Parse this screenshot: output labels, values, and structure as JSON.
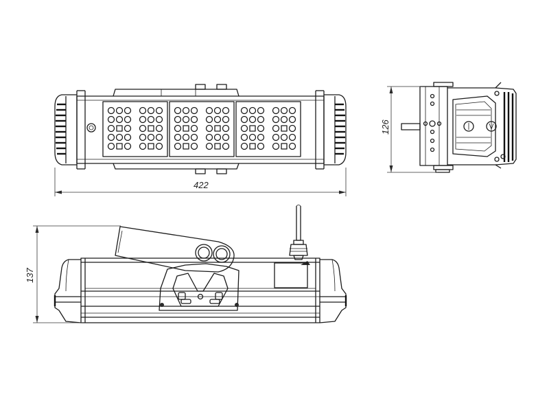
{
  "dimensions": {
    "length": "422",
    "height_side": "126",
    "height_front": "137"
  },
  "colors": {
    "line": "#1a1a1a",
    "background": "#ffffff"
  }
}
